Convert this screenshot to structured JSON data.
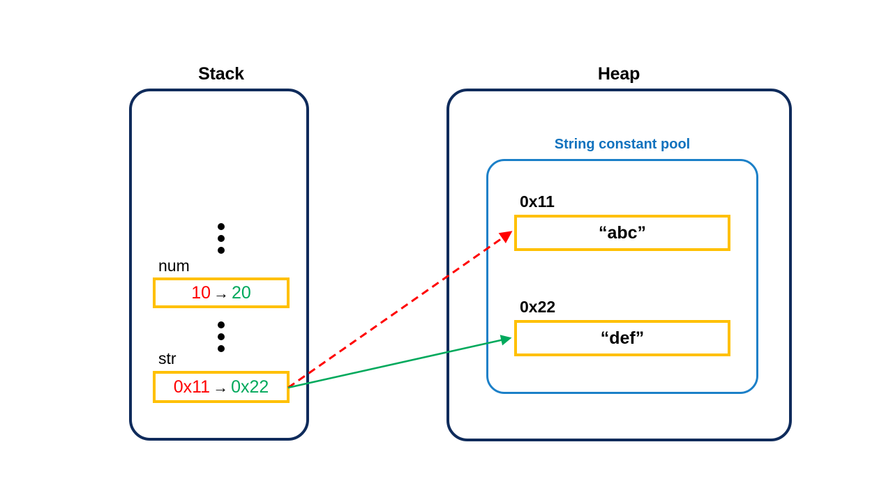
{
  "diagram": {
    "title_stack": "Stack",
    "title_heap": "Heap",
    "pool_label": "String constant pool"
  },
  "stack": {
    "slots": [
      {
        "name": "num",
        "old_value": "10",
        "arrow": "→",
        "new_value": "20"
      },
      {
        "name": "str",
        "old_value": "0x11",
        "arrow": "→",
        "new_value": "0x22"
      }
    ]
  },
  "heap": {
    "pool_entries": [
      {
        "address": "0x11",
        "value": "“abc”"
      },
      {
        "address": "0x22",
        "value": "“def”"
      }
    ]
  },
  "arrows": [
    {
      "name": "old-reference-arrow",
      "style": "dashed",
      "color": "#FF0000",
      "from": "str-slot",
      "to": "0x11-abc"
    },
    {
      "name": "new-reference-arrow",
      "style": "solid",
      "color": "#00A95C",
      "from": "str-slot",
      "to": "0x22-def"
    }
  ],
  "colors": {
    "container_border": "#0F2B5B",
    "pool_border": "#1C80C8",
    "pool_label": "#1072BE",
    "value_box_border": "#FFC000",
    "old_value": "#FF0000",
    "new_value": "#00A95C",
    "background": "#FFFFFF"
  }
}
